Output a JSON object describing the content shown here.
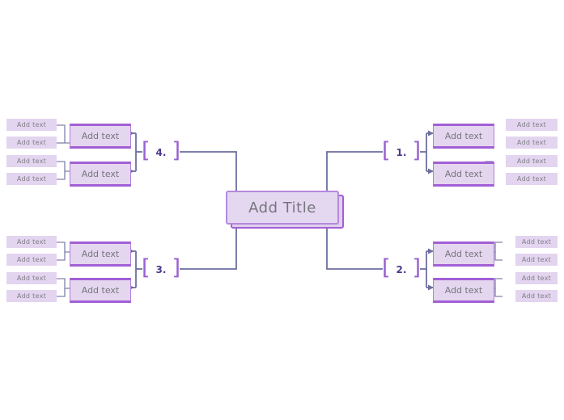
{
  "diagram": {
    "type": "mind-map",
    "title_box": {
      "label": "Add Title"
    },
    "colors": {
      "accent": "#a25fd6",
      "bracket": "#9a5fd0",
      "number": "#4b3b8f",
      "box_fill": "#e4d6ee",
      "leaf_fill": "#e3d4ef",
      "wire": "#6c6f9e",
      "text": "#76767f"
    },
    "branches": [
      {
        "number": "1.",
        "side": "right",
        "position": "top",
        "nodes": [
          {
            "label": "Add text",
            "leaves": [
              {
                "label": "Add text"
              },
              {
                "label": "Add text"
              }
            ]
          },
          {
            "label": "Add text",
            "leaves": [
              {
                "label": "Add text"
              },
              {
                "label": "Add text"
              }
            ]
          }
        ]
      },
      {
        "number": "2.",
        "side": "right",
        "position": "bottom",
        "nodes": [
          {
            "label": "Add text",
            "leaves": [
              {
                "label": "Add text"
              },
              {
                "label": "Add text"
              }
            ]
          },
          {
            "label": "Add text",
            "leaves": [
              {
                "label": "Add text"
              },
              {
                "label": "Add text"
              }
            ]
          }
        ]
      },
      {
        "number": "3.",
        "side": "left",
        "position": "bottom",
        "nodes": [
          {
            "label": "Add text",
            "leaves": [
              {
                "label": "Add text"
              },
              {
                "label": "Add text"
              }
            ]
          },
          {
            "label": "Add text",
            "leaves": [
              {
                "label": "Add text"
              },
              {
                "label": "Add text"
              }
            ]
          }
        ]
      },
      {
        "number": "4.",
        "side": "left",
        "position": "top",
        "nodes": [
          {
            "label": "Add text",
            "leaves": [
              {
                "label": "Add text"
              },
              {
                "label": "Add text"
              }
            ]
          },
          {
            "label": "Add text",
            "leaves": [
              {
                "label": "Add text"
              },
              {
                "label": "Add text"
              }
            ]
          }
        ]
      }
    ]
  }
}
